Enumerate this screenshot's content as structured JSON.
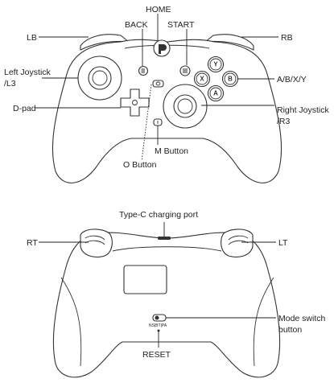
{
  "front": {
    "labels": {
      "home": "HOME",
      "back": "BACK",
      "start": "START",
      "lb": "LB",
      "rb": "RB",
      "left_joystick_1": "Left Joystick",
      "left_joystick_2": "/L3",
      "abxy": "A/B/X/Y",
      "dpad": "D-pad",
      "right_joystick_1": "Right Joystick",
      "right_joystick_2": "/R3",
      "m_button": "M Button",
      "o_button": "O Button"
    },
    "face_buttons": {
      "y": "Y",
      "x": "X",
      "b": "B",
      "a": "A"
    }
  },
  "back": {
    "labels": {
      "typec": "Type-C charging port",
      "rt": "RT",
      "lt": "LT",
      "mode_switch_1": "Mode switch",
      "mode_switch_2": "button",
      "reset": "RESET",
      "switch_text": "NS|BT|PA"
    }
  }
}
